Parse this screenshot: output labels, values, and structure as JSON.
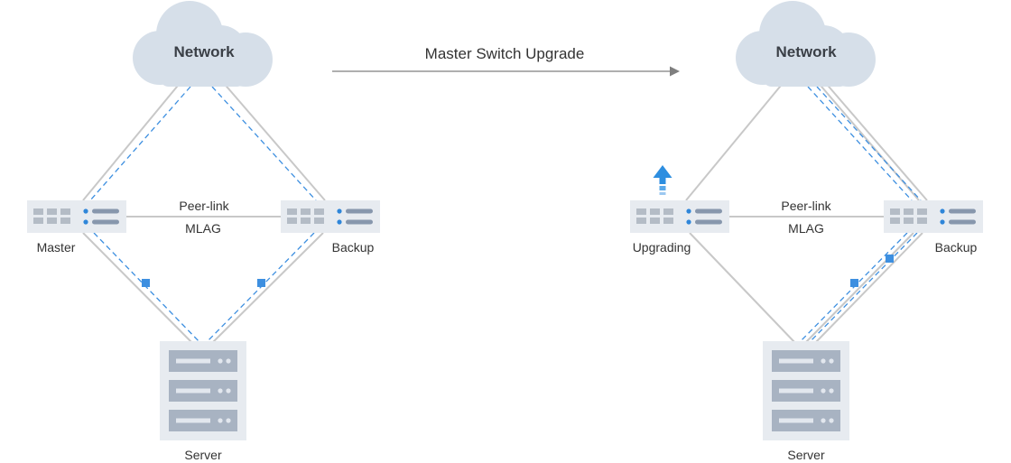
{
  "title": "Master Switch Upgrade",
  "colors": {
    "cloud": "#d6dfe9",
    "wire": "#c8c8c8",
    "dashed": "#3d8fe0",
    "device_bg": "#e7ebf0",
    "port": "#b4bcc6",
    "led": "#2f86d9",
    "bar": "#8797ad",
    "arrow": "#7f7f7f",
    "upgrade_arrow": "#2d8ee0"
  },
  "left": {
    "cloud_label": "Network",
    "master_label": "Master",
    "backup_label": "Backup",
    "peer_link_label": "Peer-link",
    "mlag_label": "MLAG",
    "server_label": "Server"
  },
  "right": {
    "cloud_label": "Network",
    "master_label": "Upgrading",
    "backup_label": "Backup",
    "peer_link_label": "Peer-link",
    "mlag_label": "MLAG",
    "server_label": "Server"
  }
}
